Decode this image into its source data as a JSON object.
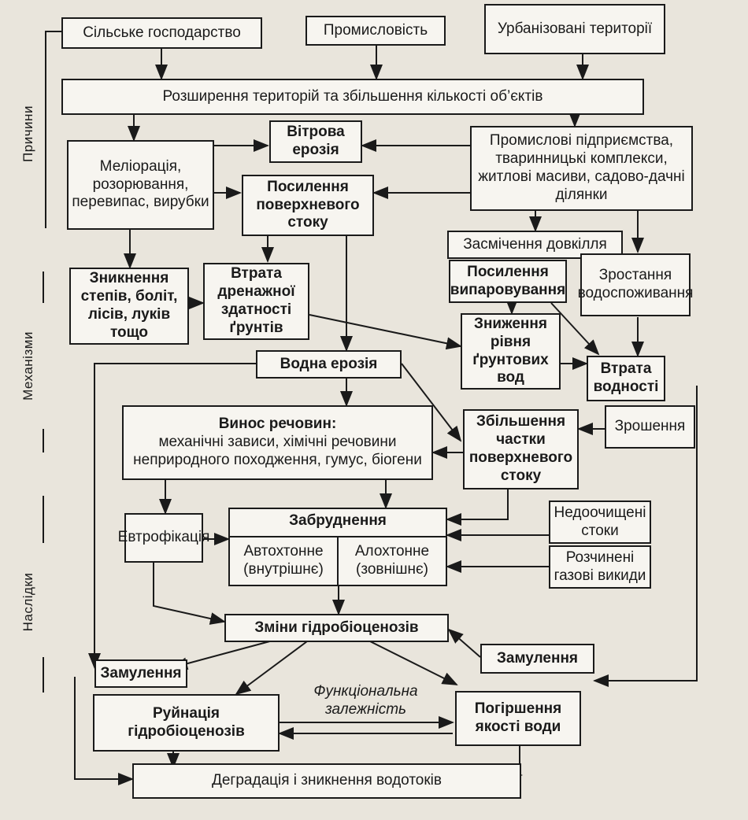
{
  "side_labels": {
    "causes": "Причини",
    "mechanisms": "Механізми",
    "consequences": "Наслідки"
  },
  "nodes": {
    "agriculture": "Сільське господарство",
    "industry": "Промисловість",
    "urban": "Урбанізовані території",
    "expansion": "Розширення територій та збільшення кількості об’єктів",
    "wind_erosion": "Вітрова ерозія",
    "amelioration": "Меліорація, розорювання, перевипас, вирубки",
    "enterprises": "Промислові підприємства, тваринницькі комплекси, житлові масиви, садово-дачні ділянки",
    "surface_runoff": "Посилення поверхневого стоку",
    "littering": "Засмічення довкілля",
    "disappearance": "Зникнення степів, боліт, лісів, луків тощо",
    "drainage_loss": "Втрата дренажної здатності ґрунтів",
    "evaporation": "Посилення випаровування",
    "water_consumption": "Зростання водоспоживання",
    "groundwater_decrease": "Зниження рівня ґрунтових вод",
    "water_erosion": "Водна ерозія",
    "water_loss": "Втрата водності",
    "washout_title": "Винос речовин:",
    "washout_detail": "механічні зависи, хімічні речовини неприродного походження, гумус, біогени",
    "surface_share": "Збільшення частки поверхневого стоку",
    "irrigation": "Зрошення",
    "eutrophication": "Евтрофікація",
    "pollution": "Забруднення",
    "pollution_internal": "Автохтонне (внутрішнє)",
    "pollution_external": "Алохтонне (зовнішнє)",
    "untreated": "Недоочищені стоки",
    "gas_emissions": "Розчинені газові викиди",
    "hydro_changes": "Зміни гідробіоценозів",
    "siltation_left": "Замулення",
    "siltation_right": "Замулення",
    "hydro_ruin": "Руйнація гідробіоценозів",
    "functional": "Функціональна залежність",
    "quality": "Погіршення якості води",
    "degradation": "Деградація і зникнення водотоків"
  }
}
